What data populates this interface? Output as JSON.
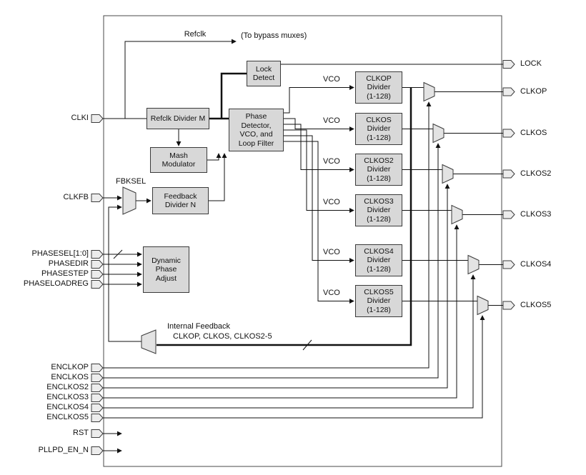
{
  "annotations": {
    "refclk": "Refclk",
    "bypass_note": "(To bypass muxes)",
    "fbksel": "FBKSEL",
    "internal_feedback": "Internal Feedback",
    "internal_feedback_signals": "CLKOP, CLKOS, CLKOS2-5",
    "vco": "VCO"
  },
  "blocks": {
    "refclk_divider": "Refclk Divider M",
    "lock_detect": "Lock\nDetect",
    "mash_modulator": "Mash\nModulator",
    "feedback_divider": "Feedback\nDivider N",
    "dynamic_phase_adjust": "Dynamic\nPhase\nAdjust",
    "phase_detector": "Phase\nDetector,\nVCO, and\nLoop Filter"
  },
  "dividers": [
    {
      "label": "CLKOP\nDivider\n(1-128)"
    },
    {
      "label": "CLKOS\nDivider\n(1-128)"
    },
    {
      "label": "CLKOS2\nDivider\n(1-128)"
    },
    {
      "label": "CLKOS3\nDivider\n(1-128)"
    },
    {
      "label": "CLKOS4\nDivider\n(1-128)"
    },
    {
      "label": "CLKOS5\nDivider\n(1-128)"
    }
  ],
  "inputs": [
    {
      "label": "CLKI"
    },
    {
      "label": "CLKFB"
    },
    {
      "label": "PHASESEL[1:0]"
    },
    {
      "label": "PHASEDIR"
    },
    {
      "label": "PHASESTEP"
    },
    {
      "label": "PHASELOADREG"
    },
    {
      "label": "ENCLKOP"
    },
    {
      "label": "ENCLKOS"
    },
    {
      "label": "ENCLKOS2"
    },
    {
      "label": "ENCLKOS3"
    },
    {
      "label": "ENCLKOS4"
    },
    {
      "label": "ENCLKOS5"
    },
    {
      "label": "RST"
    },
    {
      "label": "PLLPD_EN_N"
    }
  ],
  "outputs": [
    {
      "label": "LOCK"
    },
    {
      "label": "CLKOP"
    },
    {
      "label": "CLKOS"
    },
    {
      "label": "CLKOS2"
    },
    {
      "label": "CLKOS3"
    },
    {
      "label": "CLKOS4"
    },
    {
      "label": "CLKOS5"
    }
  ]
}
